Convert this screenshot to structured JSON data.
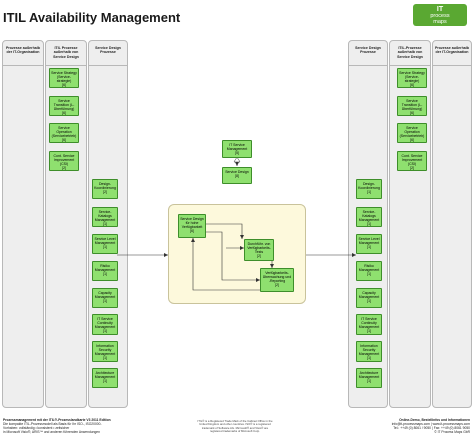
{
  "title": "ITIL Availability Management",
  "logo": {
    "line1": "IT",
    "line2": "process",
    "line3": "maps"
  },
  "lanes": {
    "left_outer": [
      "Prozesse außerhalb",
      "der IT-Organisation"
    ],
    "left_inner": [
      "ITIL Prozesse",
      "außerhalb von",
      "Service Design"
    ],
    "left_sd": [
      "Service Design",
      "Prozesse"
    ],
    "right_sd": [
      "Service Design",
      "Prozesse"
    ],
    "right_inner": [
      "ITIL-Prozesse",
      "außerhalb von",
      "Service Design"
    ],
    "right_outer": [
      "Prozesse außerhalb",
      "der IT-Organisation"
    ]
  },
  "left_itil_boxes": [
    {
      "label": "Service Strategy (Service-strategie)",
      "count": "[6]"
    },
    {
      "label": "Service Transition (L-Überführung)",
      "count": "[6]"
    },
    {
      "label": "Service Operation (Servicebetrieb)",
      "count": "[6]"
    },
    {
      "label": "Cont. Service Improvement (CSI)",
      "count": "[2]"
    }
  ],
  "left_sd_boxes": [
    {
      "label": "Design-Koordinierung",
      "count": "[2]"
    },
    {
      "label": "Service-Katalogs Management",
      "count": "[1]"
    },
    {
      "label": "Service Level Management",
      "count": "[1]"
    },
    {
      "label": "Risiko Management",
      "count": "[1]"
    },
    {
      "label": "Capacity Management",
      "count": "[1]"
    },
    {
      "label": "IT Service Continuity Management",
      "count": "[1]"
    },
    {
      "label": "Information Security Management",
      "count": "[1]"
    },
    {
      "label": "Architecture Management",
      "count": "[1]"
    }
  ],
  "right_itil_boxes": [
    {
      "label": "Service Strategy (Service-strategie)",
      "count": "[6]"
    },
    {
      "label": "Service Transition (L-Überführung)",
      "count": "[6]"
    },
    {
      "label": "Service Operation (Servicebetrieb)",
      "count": "[6]"
    },
    {
      "label": "Cont. Service Improvement (CSI)",
      "count": "[2]"
    }
  ],
  "right_sd_boxes": [
    {
      "label": "Design-Koordinierung",
      "count": "[1]"
    },
    {
      "label": "Service-Katalogs Management",
      "count": "[1]"
    },
    {
      "label": "Service Level Management",
      "count": "[1]"
    },
    {
      "label": "Risiko Management",
      "count": "[1]"
    },
    {
      "label": "Capacity Management",
      "count": "[1]"
    },
    {
      "label": "IT Service Continuity Management",
      "count": "[1]"
    },
    {
      "label": "Information Security Management",
      "count": "[1]"
    },
    {
      "label": "Architecture Management",
      "count": "[1]"
    }
  ],
  "center": {
    "itsm": {
      "label": "IT Service Management",
      "count": "[5]"
    },
    "sd": {
      "label": "Service Design",
      "count": "[8]"
    },
    "p1": {
      "label": "Service Design für hohe Verfügbarkeit",
      "count": "[6]"
    },
    "p2": {
      "label": "Durchführ. von Verfügbarkeits-Tests",
      "count": "[2]"
    },
    "p3": {
      "label": "Verfügbarkeits-Überwachung und -Reporting",
      "count": "[2]"
    }
  },
  "footer": {
    "left_bold": "Prozessmanagement mit der ITIL®-Prozesslandkarte V3 2011 Edition",
    "left_1": "Die kompakte ITIL-Prozessmodell als Basis für Ihr ISO-, ISO20000-",
    "left_2": "Vorhaben: vollständig • konsistent • zeitsicher",
    "left_3": "in Microsoft Visio®, ARIS™ und anderen führenden Anwendungen",
    "mid_1": "ITIL® is a Registered Trade Mark of the Cabinet Office in the",
    "mid_2": "United Kingdom and other countries. ISO® is a registered",
    "mid_3": "trademark of Software AG. Microsoft® and Visio® are",
    "mid_4": "registered trademarks of Microsoft Corp.",
    "right_bold": "Online-Demo, Bestellinfos und Informationen",
    "right_1": "info@it-processmaps.com | www.it-processmaps.com",
    "right_2": "Tel.: ++49 (0) 8061 / 9050 | Fax: ++49 (0) 8061 9050",
    "right_3": "© IT Process Maps GbR"
  }
}
